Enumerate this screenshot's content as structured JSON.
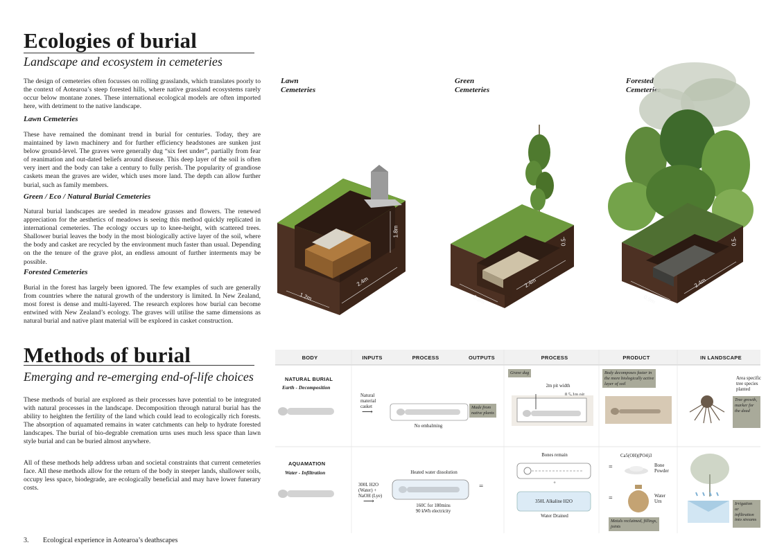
{
  "ecologies": {
    "title": "Ecologies of burial",
    "subtitle": "Landscape and ecosystem in cemeteries",
    "intro": "The design of cemeteries often focusses on rolling grasslands, which translates poorly to the context of Aotearoa’s steep forested hills, where native grassland ecosystems rarely occur below montane zones. These international ecological models are often imported here, with detriment to the native landscape.",
    "sections": [
      {
        "heading": "Lawn Cemeteries",
        "body": "These have remained the dominant trend in burial for centuries. Today, they are maintained by lawn machinery and for further efficiency headstones are sunken just below ground-level. The graves were generally dug “six feet under”, partially from fear of reanimation and out-dated beliefs around disease. This deep layer of the soil is often very inert and the body can take a century to fully perish. The popularity of grandiose caskets mean the graves are wider, which uses more land. The depth can allow further burial, such as family members."
      },
      {
        "heading": "Green / Eco / Natural Burial Cemeteries",
        "body": "Natural burial landscapes are seeded in meadow grasses and flowers. The renewed appreciation for the aesthetics of meadows is seeing this method quickly replicated in international cemeteries. The ecology occurs up to knee-height, with scattered trees. Shallower burial leaves the body in the most biologically active layer of the soil, where the body and casket are recycled by the environment much faster than usual. Depending on the the tenure of the grave plot, an endless amount of further interments may be possible."
      },
      {
        "heading": "Forested Cemeteries",
        "body": "Burial in the forest has largely been ignored. The few examples of such are generally from countries where the natural growth of the understory is limited. In New Zealand, most forest is dense and multi-layered. The research explores how burial can become entwined with New Zealand’s ecology. The graves will utilise the same dimensions as natural burial and native plant material will be explored in casket construction."
      }
    ]
  },
  "panels": [
    {
      "label": "Lawn\nCemeteries",
      "depth": "1.8m",
      "length": "2.4m",
      "width": "1.2m"
    },
    {
      "label": "Green\nCemeteries",
      "depth": "0.5-",
      "length": "2.4m",
      "width": "0.9m"
    },
    {
      "label": "Forested\nCemeteries",
      "depth": "0.5-",
      "length": "2.4m",
      "width": "0.9m"
    }
  ],
  "methods": {
    "title": "Methods of burial",
    "subtitle": "Emerging and re-emerging end-of-life choices",
    "paragraphs": [
      "These methods of burial are explored as their processes have potential to be integrated with natural processes in the landscape. Decomposition through natural burial has the ability to heighten the fertility of the land which could lead to ecologically rich forests. The absorption of aquamated remains in water catchments can help to hydrate forested landscapes. The burial of bio-degrable cremation urns uses much less space than lawn style burial and can be buried almost anywhere.",
      "All of these methods help address urban and societal constraints that current cemeteries face. All these methods allow for the return of the body in steeper lands, shallower soils, occupy less space, biodegrade, are ecologically beneficial and may have lower funerary costs."
    ]
  },
  "diagram": {
    "headers": [
      "BODY",
      "INPUTS",
      "PROCESS",
      "OUTPUTS",
      "PROCESS",
      "PRODUCT",
      "IN LANDSCAPE"
    ],
    "natural": {
      "title": "NATURAL BURIAL",
      "subtitle": "Earth - Decomposition",
      "input": "Natural\nmaterial\ncasket",
      "process_note": "No embalming",
      "output_tag": "Made from\nnative plants",
      "grave_tag": "Grave dug",
      "pit_width": "2m pit width",
      "pit_depth": "0.5-1m pit\ndepth",
      "product_tag": "Body decomposes faster in\nthe more biologically active\nlayer of soil",
      "landscape_text": "Area specific\ntree species\nplanted",
      "landscape_tag": "Tree growth,\nmarker for\nthe dead"
    },
    "aquamation": {
      "title": "AQUAMATION",
      "subtitle": "Water - Infiltration",
      "input": "300L H2O\n(Water) +\nNaOH  (Lye)",
      "process_label": "Heated water dissolution",
      "process_note": "160C for 180mins\n90 kWh electricity",
      "bones": "Bones remain",
      "alkaline": "350L Alkaline H2O",
      "drained": "Water Drained",
      "formula": "Ca5(OH)(PO4)3",
      "eq": "=",
      "plus": "+",
      "bone_powder": "Bone\nPowder",
      "water_urn": "Water\nUrn",
      "metals_tag": "Metals reclaimed, fillings,\njoints",
      "landscape_tag": "Irrigation\nor\ninfiltration\ninto streams"
    }
  },
  "footer": {
    "page": "3.",
    "text": "Ecological experience in Aotearoa’s deathscapes"
  },
  "colors": {
    "grass": "#6f9a3a",
    "soil": "#5a3a28",
    "soil_dark": "#3c2519",
    "casket": "#9a6b35",
    "tag": "#a9aa9a"
  }
}
